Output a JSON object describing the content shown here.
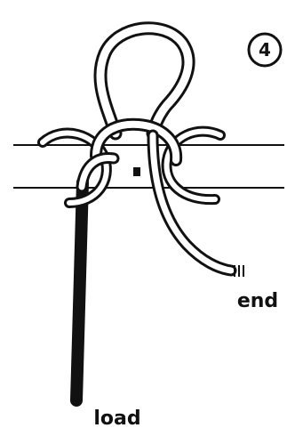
{
  "diagram": {
    "step_number": "4",
    "labels": {
      "end": "end",
      "load": "load"
    },
    "colors": {
      "ink": "#111111",
      "paper": "#ffffff"
    }
  }
}
